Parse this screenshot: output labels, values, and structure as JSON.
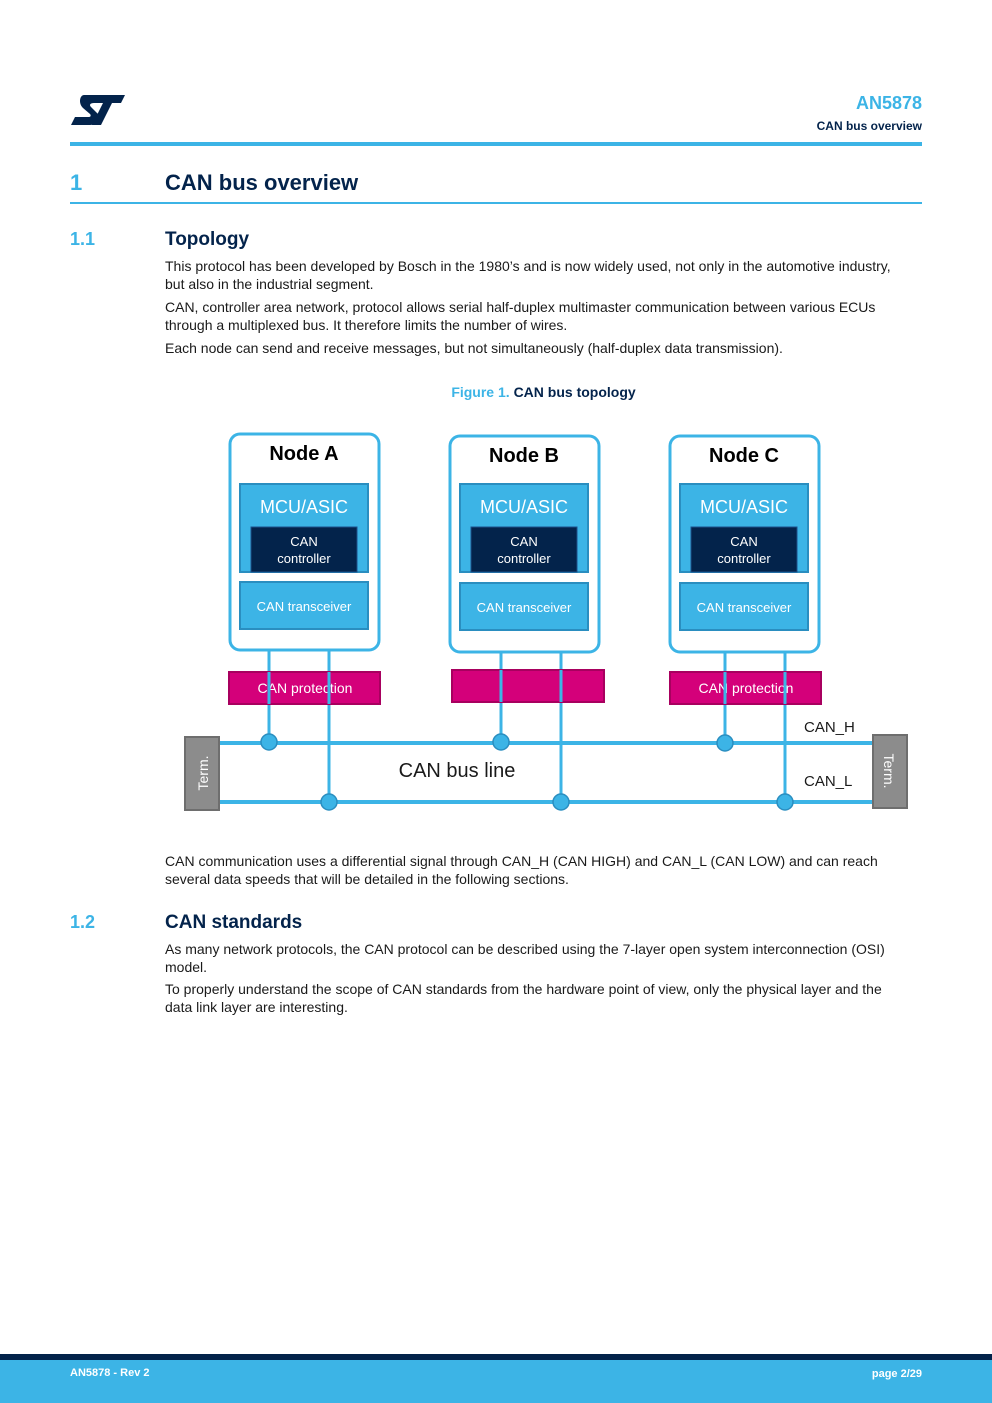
{
  "header": {
    "doc_id": "AN5878",
    "section": "CAN bus overview"
  },
  "section1": {
    "number": "1",
    "title": "CAN bus overview"
  },
  "section1_1": {
    "number": "1.1",
    "title": "Topology",
    "p1": "This protocol has been developed by Bosch in the 1980’s and is now widely used, not only in the automotive industry, but also in the industrial segment.",
    "p2": "CAN, controller area network, protocol allows serial half-duplex multimaster communication between various ECUs through a multiplexed bus. It therefore limits the number of wires.",
    "p3": "Each node can send and receive messages, but not simultaneously (half-duplex data transmission)."
  },
  "figure": {
    "caption_prefix": "Figure 1.",
    "caption": "CAN bus topology",
    "nodes": [
      {
        "title": "Node A",
        "mcu": "MCU/ASIC",
        "controller_l1": "CAN",
        "controller_l2": "controller",
        "transceiver": "CAN transceiver",
        "protection": "CAN protection"
      },
      {
        "title": "Node B",
        "mcu": "MCU/ASIC",
        "controller_l1": "CAN",
        "controller_l2": "controller",
        "transceiver": "CAN transceiver",
        "protection": ""
      },
      {
        "title": "Node C",
        "mcu": "MCU/ASIC",
        "controller_l1": "CAN",
        "controller_l2": "controller",
        "transceiver": "CAN transceiver",
        "protection": "CAN protection"
      }
    ],
    "bus_label": "CAN bus line",
    "can_h": "CAN_H",
    "can_l": "CAN_L",
    "term_left": "Term.",
    "term_right": "Term.",
    "colors": {
      "node_border": "#3cb4e6",
      "mcu_fill": "#3cb4e6",
      "controller_fill": "#03234b",
      "protection_fill": "#d4007a",
      "term_fill": "#8c8c8c",
      "bus_line": "#3cb4e6"
    }
  },
  "after_figure": {
    "p1": "CAN communication uses a differential signal through CAN_H (CAN HIGH) and CAN_L (CAN LOW) and can reach several data speeds that will be detailed in the following sections."
  },
  "section1_2": {
    "number": "1.2",
    "title": "CAN standards",
    "p1": "As many network protocols, the CAN protocol can be described using the 7-layer open system interconnection (OSI) model.",
    "p2": "To properly understand the scope of CAN standards from the hardware point of view, only the physical layer and the data link layer are interesting."
  },
  "footer": {
    "left": "AN5878 - Rev 2",
    "right": "page 2/29"
  },
  "icons": {
    "logo": "st-logo"
  }
}
